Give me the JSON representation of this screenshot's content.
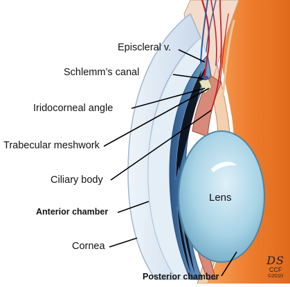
{
  "labels": {
    "episcleral_v": "Episcleral v.",
    "schlemms_canal": "Schlemm’s canal",
    "iridocorneal_angle": "Iridocorneal angle",
    "trabecular_meshwork": "Trabecular meshwork",
    "ciliary_body": "Ciliary body",
    "anterior_chamber": "Anterior chamber",
    "cornea": "Cornea",
    "lens": "Lens",
    "posterior_chamber": "Posterior chamber"
  },
  "signature": {
    "monogram": "DS",
    "organization": "CCF",
    "year": "©2010"
  },
  "colors": {
    "sclera_orange": "#ee7d2e",
    "lens_blue": "#a9d4e6",
    "iris_blue": "#4f7fb0",
    "cornea_edge": "#9fb6cf",
    "vessel_red": "#c8202a",
    "vessel_blue": "#2c5aa8",
    "leader_line": "#000000"
  }
}
